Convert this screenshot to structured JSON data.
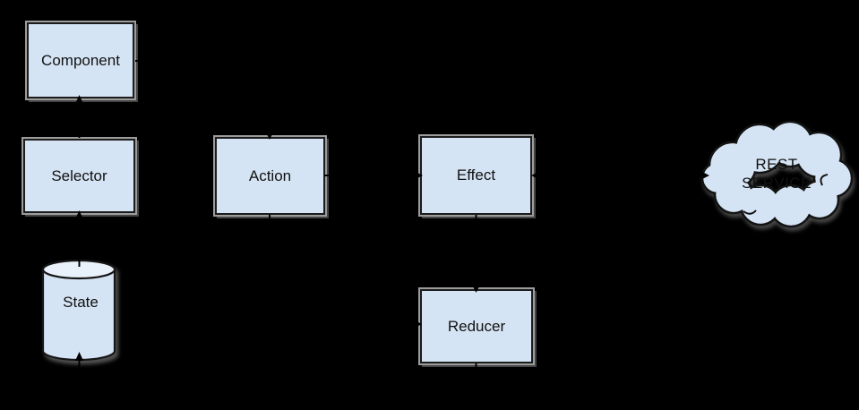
{
  "diagram": {
    "background_color": "#000000",
    "node_fill_color": "#d5e4f4",
    "node_border_color": "#1c1c1c",
    "shadow_color": "#9c9c9c",
    "arrow_color": "#000000",
    "text_color": "#111111",
    "nodes": {
      "component": {
        "label": "Component",
        "shape": "rect"
      },
      "selector": {
        "label": "Selector",
        "shape": "rect"
      },
      "state": {
        "label": "State",
        "shape": "cylinder"
      },
      "action": {
        "label": "Action",
        "shape": "rect"
      },
      "effect": {
        "label": "Effect",
        "shape": "rect"
      },
      "reducer": {
        "label": "Reducer",
        "shape": "rect"
      },
      "rest_service": {
        "label_line1": "REST",
        "label_line2": "SERVICE",
        "shape": "cloud"
      }
    },
    "edges": [
      {
        "from": "selector",
        "to": "component"
      },
      {
        "from": "state",
        "to": "selector"
      },
      {
        "from": "component",
        "to": "action"
      },
      {
        "from": "action",
        "to": "effect"
      },
      {
        "from": "effect",
        "to": "rest_service"
      },
      {
        "from": "rest_service",
        "to": "effect"
      },
      {
        "from": "effect",
        "to": "reducer"
      },
      {
        "from": "action",
        "to": "reducer"
      },
      {
        "from": "reducer",
        "to": "state"
      }
    ]
  }
}
